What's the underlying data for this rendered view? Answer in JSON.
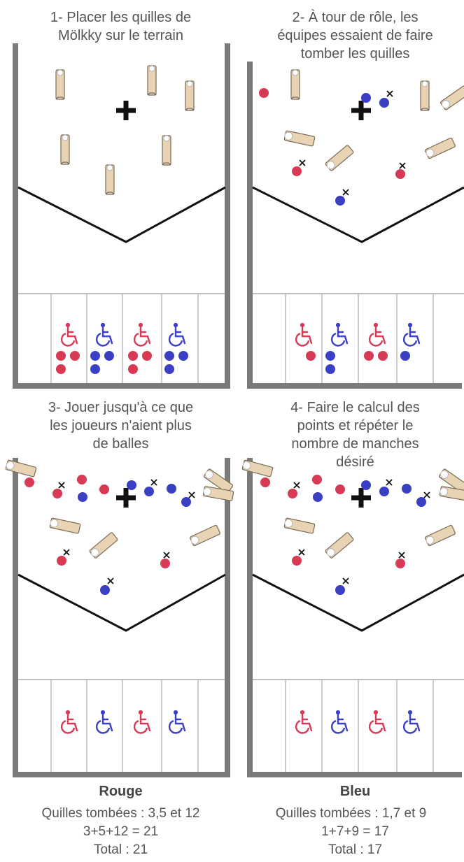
{
  "captions": {
    "step1": [
      "1- Placer les quilles de",
      "Mölkky sur le terrain"
    ],
    "step2": [
      "2- À tour de rôle, les",
      "équipes essaient de faire",
      "tomber les quilles"
    ],
    "step3": [
      "3- Jouer jusqu'à ce que",
      "les joueurs n'aient plus",
      "de balles"
    ],
    "step4": [
      "4- Faire le calcul des",
      "points et répéter le",
      "nombre de manches",
      "désiré"
    ]
  },
  "score": {
    "rouge": {
      "title": "Rouge",
      "fallen": "Quilles tombées : 3,5 et 12",
      "calc": "3+5+12 = 21",
      "total": "Total : 21"
    },
    "bleu": {
      "title": "Bleu",
      "fallen": "Quilles tombées : 1,7 et 9",
      "calc": "1+7+9 = 17",
      "total": "Total : 17"
    }
  },
  "colors": {
    "red_team": "#d63a55",
    "blue_team": "#3a3fc4",
    "court": "#777777",
    "pin": "#e8d4b4"
  },
  "icons": [
    "wheelchair-icon",
    "ball-icon",
    "pin-icon",
    "cross-icon",
    "target-cross-icon"
  ]
}
